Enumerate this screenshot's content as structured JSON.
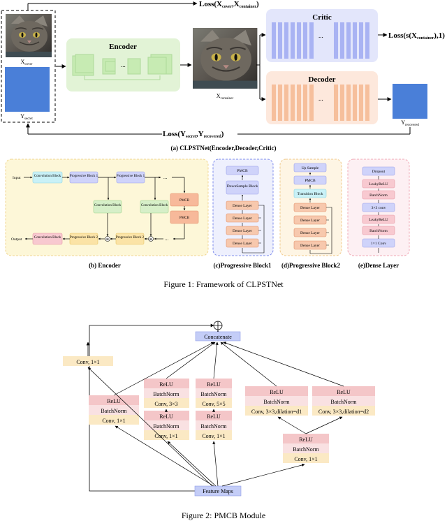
{
  "figure1": {
    "top": {
      "x_cover": "X",
      "x_cover_sub": "cover",
      "y_secret": "Y",
      "y_secret_sub": "secret",
      "encoder_label": "Encoder",
      "encoder_ellipsis": "...",
      "x_container": "X",
      "x_container_sub": "container",
      "critic_label": "Critic",
      "critic_ellipsis": "...",
      "decoder_label": "Decoder",
      "decoder_ellipsis": "...",
      "y_recovered": "Y",
      "y_recovered_sub": "recovered",
      "loss_top": "Loss(X",
      "loss_top_sub1": "cover",
      "loss_top_mid": ",X",
      "loss_top_sub2": "container",
      "loss_top_end": ")",
      "loss_critic": "Loss(s(X",
      "loss_critic_sub": "container",
      "loss_critic_end": "),1)",
      "loss_bottom": "Loss(Y",
      "loss_bottom_sub1": "secret",
      "loss_bottom_mid": ",Y",
      "loss_bottom_sub2": "recovered",
      "loss_bottom_end": ")",
      "caption_a": "(a) CLPSTNet(Encoder,Decoder,Critic)"
    },
    "encoder_detail": {
      "input": "Input",
      "output": "Output",
      "conv_block": "Convolution Block",
      "prog1_a": "Progressive Block 1",
      "prog1_b": "Progressive Block 1",
      "conv_mid_a": "Convolution Block",
      "conv_mid_b": "Convolution Block",
      "pmcb_a": "PMCB",
      "pmcb_b": "PMCB",
      "prog2_a": "Progressive Block 2",
      "prog2_b": "Progressive Block 2",
      "conv_out": "Convolution Block",
      "ellipsis_top": "...",
      "ellipsis_bottom": "...",
      "caption_b": "(b) Encoder"
    },
    "prog_block1": {
      "pmcb": "PMCB",
      "downsample": "DownSample Block",
      "dense": [
        "Dense Layer",
        "Dense Layer",
        "Dense Layer",
        "Dense Layer"
      ],
      "caption_c": "(c)Progressive Block1"
    },
    "prog_block2": {
      "upsample": "Up Sample",
      "pmcb": "PMCB",
      "transition": "Transition Block",
      "dense": [
        "Dense Layer",
        "Dense Layer",
        "Dense Layer",
        "Dense Layer"
      ],
      "caption_d": "(d)Progressive Block2"
    },
    "dense_layer": {
      "items": [
        "Dropout",
        "LeakyReLU",
        "BatchNorm",
        "3×3 conv",
        "LeakyReLU",
        "BatchNorm",
        "1×1 Conv"
      ],
      "caption_e": "(e)Dense Layer"
    },
    "caption": "Figure 1: Framework of CLPSTNet"
  },
  "figure2": {
    "concatenate": "Concatenate",
    "feature_maps": "Feature Maps",
    "conv1x1_skip": "Conv, 1×1",
    "branch1": [
      "ReLU",
      "BatchNorm",
      "Conv, 1×1"
    ],
    "branch2_top": [
      "ReLU",
      "BatchNorm",
      "Conv, 3×3"
    ],
    "branch2_bottom": [
      "ReLU",
      "BatchNorm",
      "Conv, 1×1"
    ],
    "branch3_top": [
      "ReLU",
      "BatchNorm",
      "Conv, 5×5"
    ],
    "branch3_bottom": [
      "ReLU",
      "BatchNorm",
      "Conv, 1×1"
    ],
    "branch4": [
      "ReLU",
      "BatchNorm",
      "Conv, 3×3,dilation=d1"
    ],
    "branch5": [
      "ReLU",
      "BatchNorm",
      "Conv, 3×3,dilation=d2"
    ],
    "branch_shared": [
      "ReLU",
      "BatchNorm",
      "Conv, 1×1"
    ],
    "plus": "⊕",
    "caption": "Figure 2: PMCB Module"
  },
  "colors": {
    "encoder_bg": "#e2f3d6",
    "encoder_block": "#c7ebb3",
    "critic_bg": "#e3e6fb",
    "critic_bar": "#a9b3f3",
    "decoder_bg": "#fde8dc",
    "decoder_bar": "#f6bf9c",
    "secret_blue": "#4a7fd8",
    "conv_cyan": "#c9f1f7",
    "prog_purple": "#cfd3fa",
    "conv_green": "#d6efc8",
    "pmcb_orange": "#f7b99a",
    "prog_yellow": "#fbe3a6",
    "conv_pink": "#f8c9d0",
    "relu_pink": "#f4c6c8",
    "bn_pink": "#f9e1e2",
    "conv_cream": "#fbe9c4",
    "concat_blue": "#c4cdf7"
  },
  "icons": [
    "cat-photo",
    "plus-circle-icon"
  ]
}
